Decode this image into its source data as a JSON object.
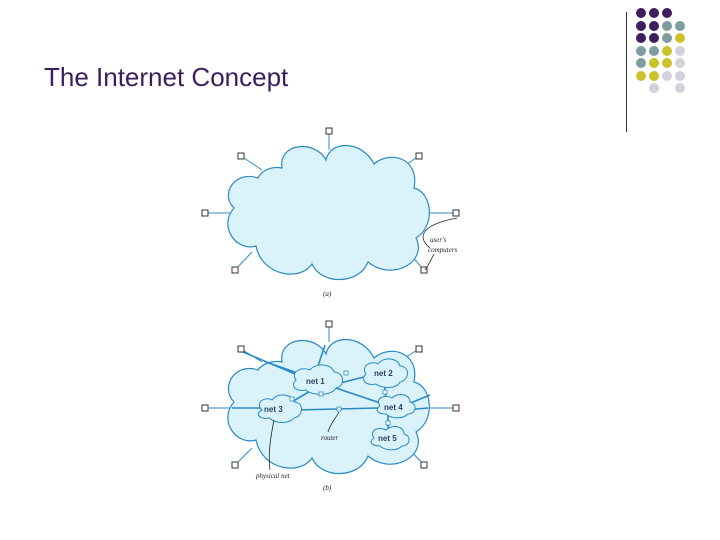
{
  "slide": {
    "title": "The Internet Concept"
  },
  "decoration": {
    "dot_rows": [
      [
        "purple",
        "purple",
        "purple"
      ],
      [
        "purple",
        "purple",
        "teal",
        "teal"
      ],
      [
        "purple",
        "purple",
        "teal",
        "yellow"
      ],
      [
        "teal",
        "teal",
        "yellow",
        "lavender"
      ],
      [
        "teal",
        "yellow",
        "yellow",
        "lavender"
      ],
      [
        "yellow",
        "yellow",
        "lavender",
        "lavender"
      ],
      [
        "",
        "lavender",
        "",
        "lavender"
      ]
    ],
    "colors": {
      "purple": "#3d1f5e",
      "teal": "#7f9c9e",
      "yellow": "#c9c22a",
      "lavender": "#d2d2dc",
      "cloud_fill": "#daf3fb",
      "cloud_stroke": "#2a8ac4"
    }
  },
  "diagram_a": {
    "caption": "(a)",
    "annotation_line1": "user's",
    "annotation_line2": "computers"
  },
  "diagram_b": {
    "caption": "(b)",
    "nets": {
      "net1": "net 1",
      "net2": "net 2",
      "net3": "net 3",
      "net4": "net 4",
      "net5": "net 5"
    },
    "router_label": "router",
    "physical_label": "physical net"
  }
}
